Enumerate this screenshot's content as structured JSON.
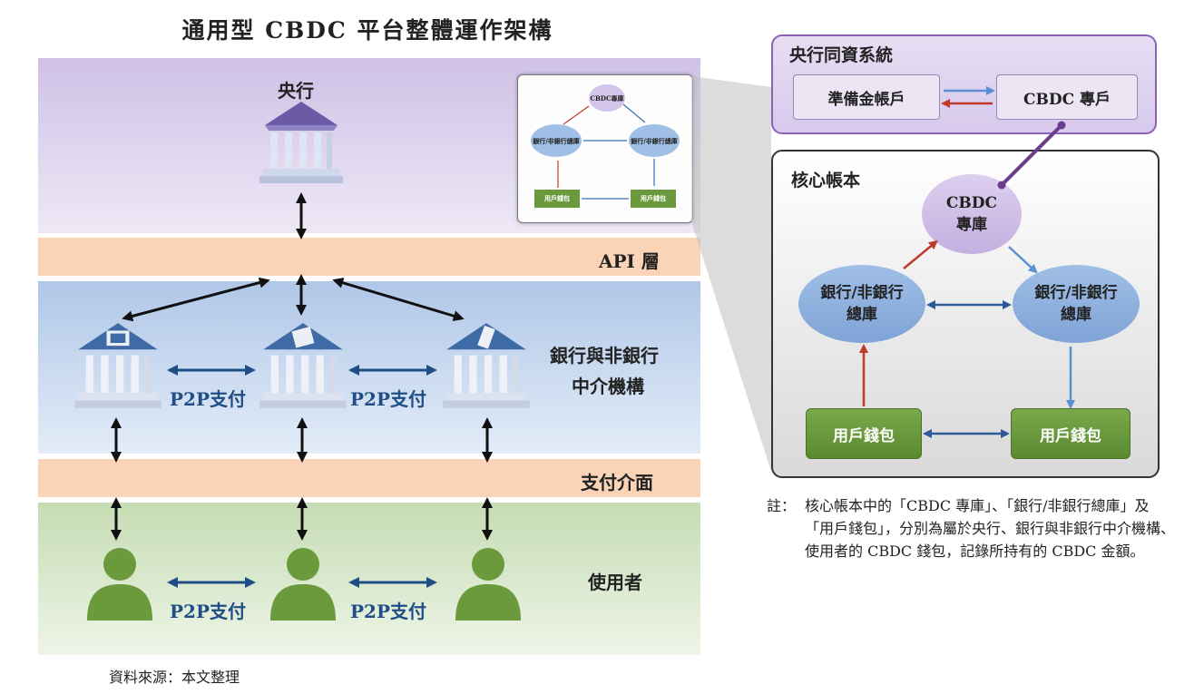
{
  "title": "通用型 CBDC 平台整體運作架構",
  "left": {
    "central_bank_label": "央行",
    "api_label": "API 層",
    "intermediaries_label_1": "銀行與非銀行",
    "intermediaries_label_2": "中介機構",
    "payment_interface_label": "支付介面",
    "users_label": "使用者",
    "p2p_label": "P2P支付"
  },
  "thumbnail": {
    "cbdc_vault": "CBDC專庫",
    "bank_vault_1": "銀行/非銀行總庫",
    "bank_vault_2": "銀行/非銀行總庫",
    "wallet_1": "用戶錢包",
    "wallet_2": "用戶錢包"
  },
  "right": {
    "sync_system_title": "央行同資系統",
    "reserve_account": "準備金帳戶",
    "cbdc_account": "CBDC 專戶",
    "core_ledger_title": "核心帳本",
    "cbdc_vault_1": "CBDC",
    "cbdc_vault_2": "專庫",
    "bank_vault_a_1": "銀行/非銀行",
    "bank_vault_a_2": "總庫",
    "bank_vault_b_1": "銀行/非銀行",
    "bank_vault_b_2": "總庫",
    "wallet_a": "用戶錢包",
    "wallet_b": "用戶錢包"
  },
  "note": {
    "head": "註：",
    "body": "核心帳本中的「CBDC 專庫」、「銀行/非銀行總庫」及「用戶錢包」，分別為屬於央行、銀行與非銀行中介機構、使用者的 CBDC 錢包，記錄所持有的 CBDC 金額。"
  },
  "source": "資料來源：本文整理",
  "colors": {
    "central_band": "#cfc1e6",
    "api_band": "#fbd3b6",
    "intermediary_band": "#b0c7e8",
    "user_band": "#c5dcb3",
    "p2p_text": "#1f4e86",
    "red_arrow": "#c0392b",
    "blue_arrow": "#3b6fb6",
    "wallet_green": "#6a9a3c",
    "connector_purple": "#6a3d8f"
  },
  "icons": {
    "central_bank": "bank-building-icon",
    "institutions": [
      "bank-monitor-icon",
      "bank-card-icon",
      "bank-mobile-icon"
    ],
    "users": [
      "user-icon",
      "user-icon",
      "user-icon"
    ]
  }
}
